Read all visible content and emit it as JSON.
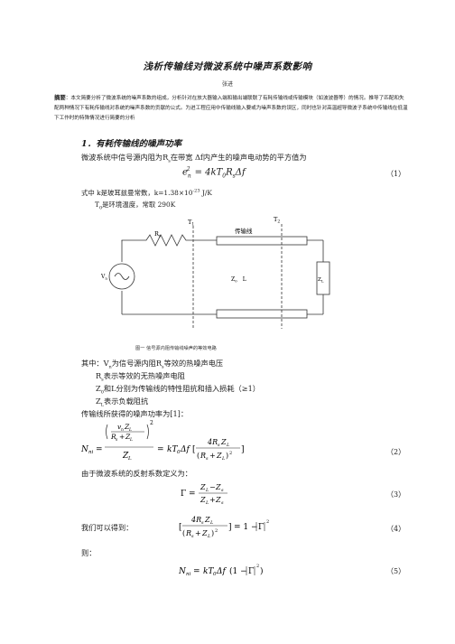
{
  "paper": {
    "title": "浅析传输线对微波系统中噪声系数影响",
    "author": "张进",
    "abstract_label": "摘要",
    "abstract_text": "：本文简要分析了微波系统的噪声系数的组成，分析针对在放大器输入端和输出端联联了有耗传输线或传输模块（如波波器等）的情况。推导了匹配和失配两种情况下有耗传输线对系统的噪声系数的贡献的公式。为进工程应用中传输线输入要或为噪声系数的误区，同时也针对高温超导微波子系统中传输线在低温下工作时的特殊情况进行简要的分析",
    "section1_heading": "1．有耗传输线的噪声功率",
    "p1": "微波系统中信号源内阻为R",
    "p1_sub": "s",
    "p1_rest": "在带宽 Δf内产生的噪声电动势的平方值为",
    "eq1": "e",
    "eq1_rhs": "= 4kT",
    "eq1_tail": "R",
    "eq1_df": "Δf",
    "eq1_num": "（1）",
    "where1": "式中   k是玻耳兹曼常数，k=1.38×10",
    "where1_exp": "-23",
    "where1_unit": " J/K",
    "where2": "T",
    "where2_rest": "是环境温度，常取 290K",
    "fig_caption": "图一 信号源内阻传输线噪声的等效电路",
    "fig_labels": {
      "t1": "T",
      "t2": "T",
      "rs": "R",
      "line": "传输线",
      "z0l": "Z",
      "z0l_l": "L",
      "zl": "Z",
      "vn": "V"
    },
    "among": "其中：V",
    "among_rest": "为信号源内阻R",
    "among_rest2": "等效的热噪声电压",
    "line_rs": "表示等效的无热噪声电阻",
    "line_z0": "和L分别为传输线的特性阻抗和插入损耗（≥1）",
    "line_zl": "表示负载阻抗",
    "line_np": "传输线所获得的噪声功率为[1]：",
    "eq2_num": "（2）",
    "reflect_text": "由于微波系统的反射系数定义为：",
    "eq3_num": "（3）",
    "get_text": "我们可以得到：",
    "eq4_num": "（4）",
    "then_text": "则：",
    "eq5_num": "（5）"
  }
}
